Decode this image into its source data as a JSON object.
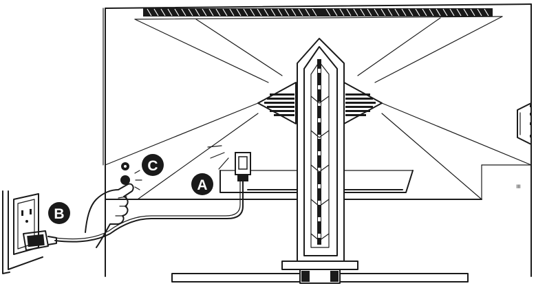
{
  "callouts": {
    "a": {
      "label": "A"
    },
    "b": {
      "label": "B"
    },
    "c": {
      "label": "C"
    }
  },
  "monitor": {
    "side_marking": "≡"
  },
  "colors": {
    "line": "#1a1a1a",
    "badge_fill": "#1a1a1a",
    "badge_text": "#ffffff",
    "background": "#ffffff"
  },
  "icons": [
    "power-cable-icon",
    "wall-outlet-icon",
    "power-plug-icon",
    "hand-icon",
    "power-button-icon"
  ]
}
